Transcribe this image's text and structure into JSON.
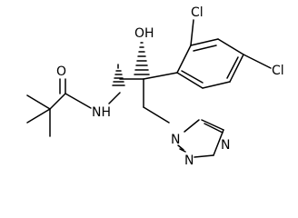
{
  "molecule": {
    "atoms": {
      "carbonyl_oxygen": "O",
      "amide_nitrogen": "NH",
      "hydroxyl": "OH",
      "chlorine_ortho": "Cl",
      "chlorine_para": "Cl",
      "triazole_n1": "N",
      "triazole_n2": "N",
      "triazole_n4": "N"
    }
  }
}
